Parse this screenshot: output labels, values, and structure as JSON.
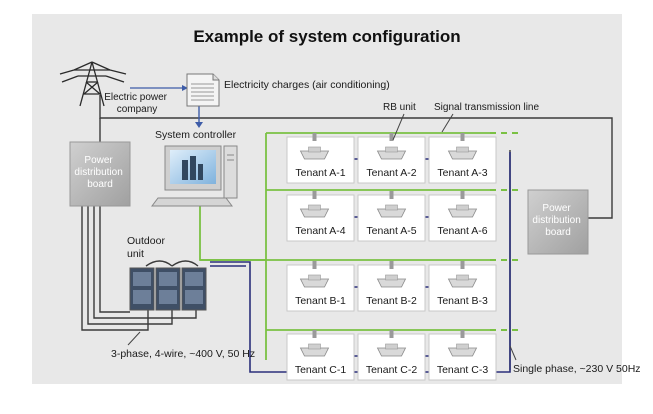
{
  "title": "Example of system configuration",
  "labels": {
    "electric_power_company": [
      "Electric power",
      "company"
    ],
    "electricity_charges": "Electricity charges (air conditioning)",
    "rb_unit": "RB unit",
    "signal_line": "Signal transmission line",
    "system_controller": "System controller",
    "power_board_left": [
      "Power",
      "distribution",
      "board"
    ],
    "power_board_right": [
      "Power",
      "distribution",
      "board"
    ],
    "outdoor_unit": [
      "Outdoor",
      "unit"
    ],
    "three_phase": "3-phase, 4-wire, ~400 V, 50 Hz",
    "single_phase": "Single phase, ~230 V 50Hz"
  },
  "tenant_rows": [
    [
      "Tenant A-1",
      "Tenant A-2",
      "Tenant A-3"
    ],
    [
      "Tenant A-4",
      "Tenant A-5",
      "Tenant A-6"
    ],
    [
      "Tenant B-1",
      "Tenant B-2",
      "Tenant B-3"
    ],
    [
      "Tenant C-1",
      "Tenant C-2",
      "Tenant C-3"
    ]
  ],
  "colors": {
    "panel_bg": "#e8e8e8",
    "signal_line": "#7ac143",
    "power_line": "#3a3a3a",
    "refrigerant_line": "#2b2f7a",
    "tenant_box": "#ffffff",
    "board_fill": "#b5b5b5"
  }
}
